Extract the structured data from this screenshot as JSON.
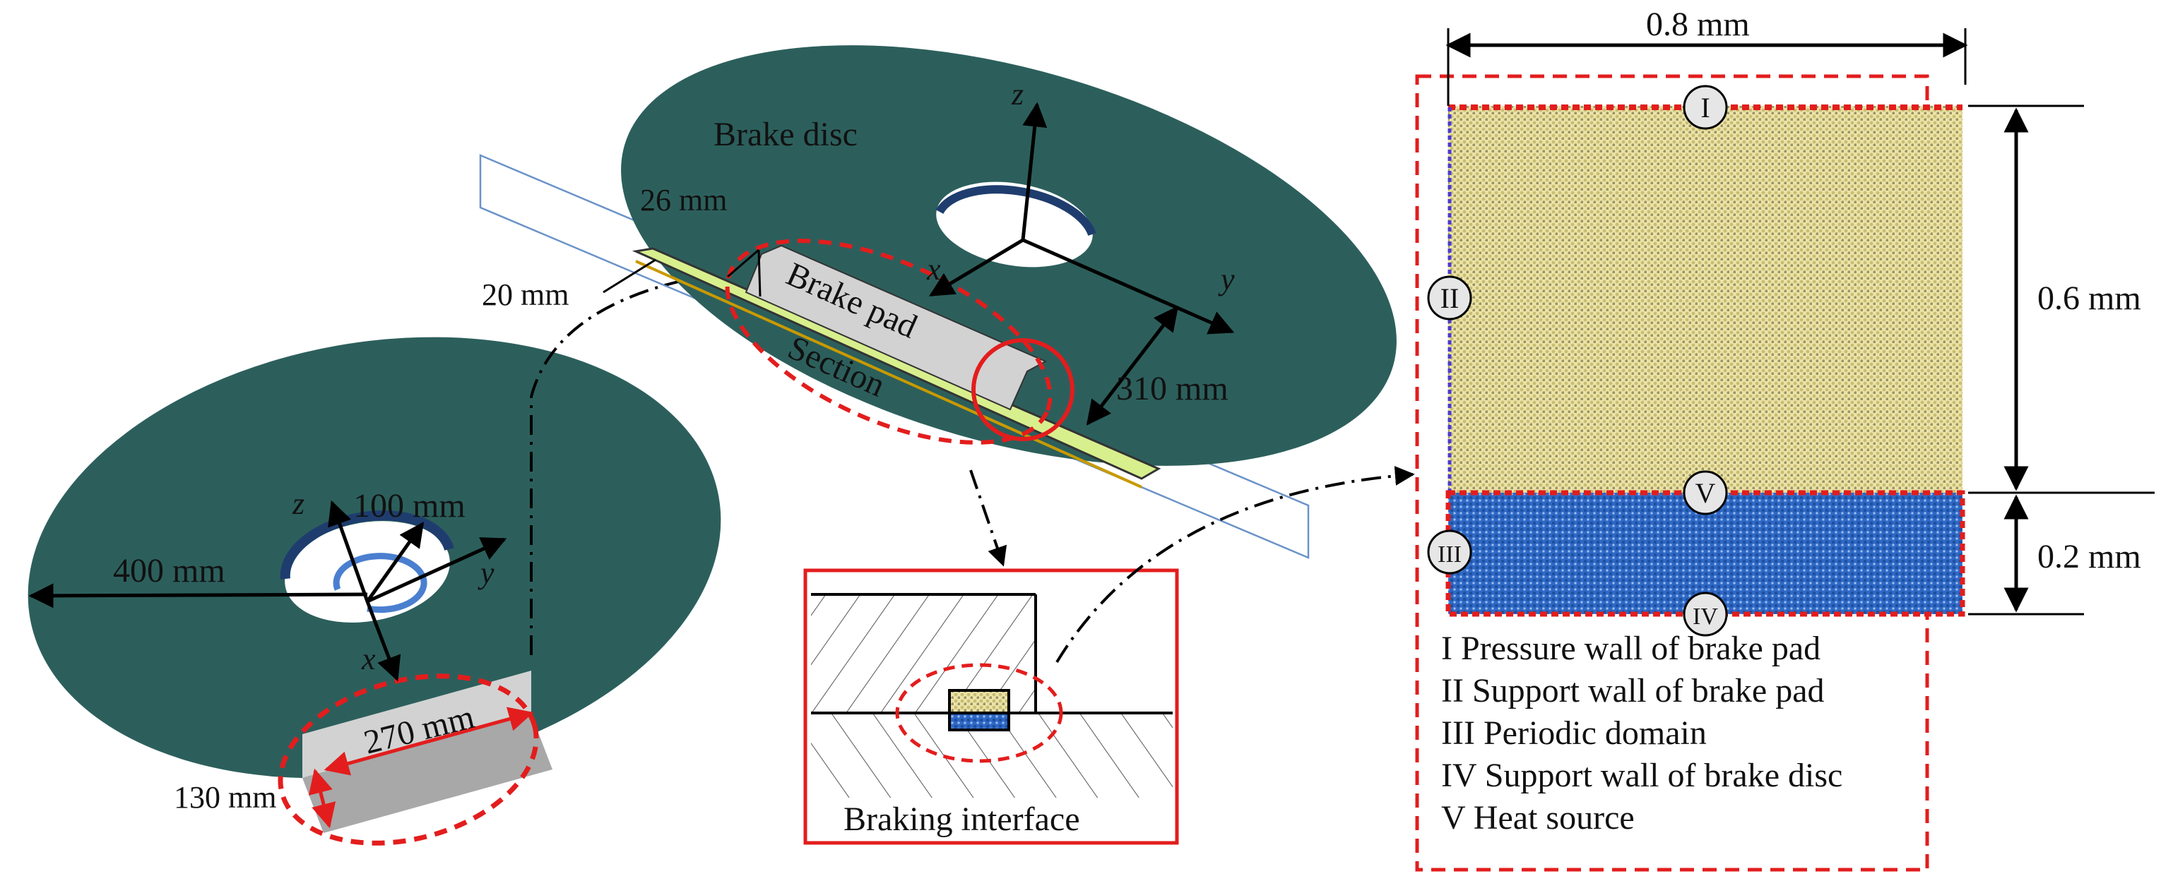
{
  "colors": {
    "disc": "#2c5f5c",
    "pad": "#d2d2d2",
    "section": "#d8ef8d",
    "dash_red": "#e31d1d",
    "pad_particles": "#ece3a7",
    "disc_particles": "#2f69c6"
  },
  "left_disc": {
    "axis_z": "z",
    "axis_y": "y",
    "axis_x": "x",
    "inner_label": "100 mm",
    "outer_label": "400 mm",
    "pad_length": "270 mm",
    "pad_width": "130 mm"
  },
  "top_disc": {
    "title": "Brake disc",
    "axis_z": "z",
    "axis_x": "x",
    "axis_y": "y",
    "pad_label": "Brake pad",
    "section_label": "Section",
    "thickness": "26 mm",
    "offset": "20 mm",
    "radius": "310 mm"
  },
  "interface": {
    "caption": "Braking interface"
  },
  "domain": {
    "width": "0.8 mm",
    "upper_height": "0.6 mm",
    "lower_height": "0.2 mm",
    "markers": [
      "I",
      "II",
      "III",
      "IV",
      "V"
    ],
    "legend": [
      "I Pressure wall of brake pad",
      "II Support wall of brake pad",
      "III Periodic domain",
      "IV Support wall of brake disc",
      "V Heat source"
    ]
  }
}
